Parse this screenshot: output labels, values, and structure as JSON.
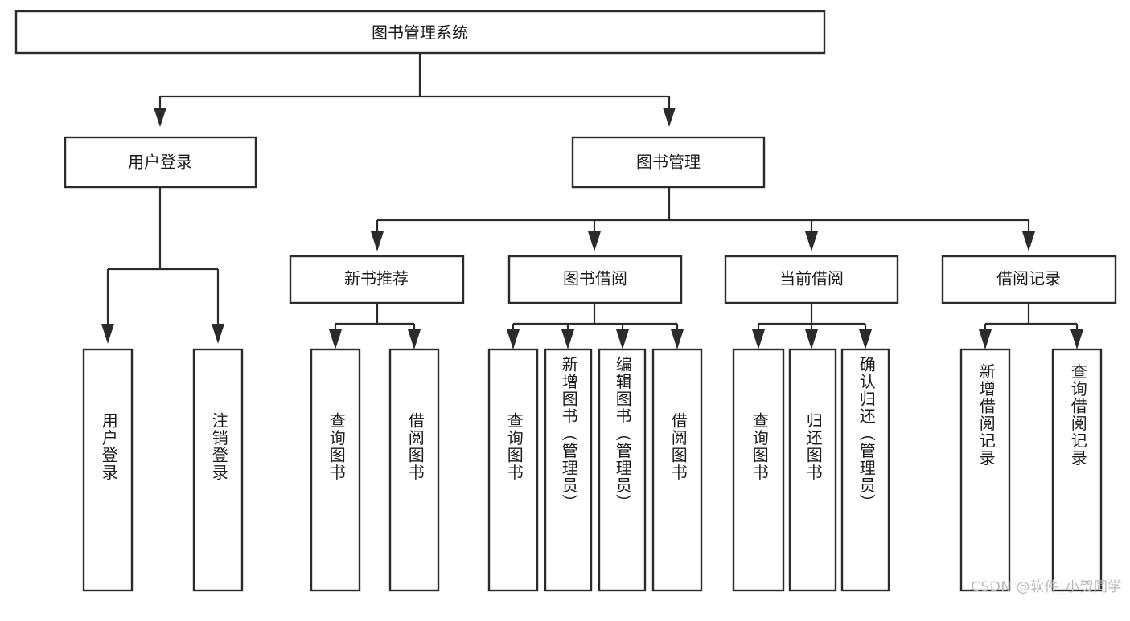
{
  "diagram": {
    "type": "tree",
    "title": "图书管理系统",
    "watermark": "CSDN @软件_小贺同学",
    "colors": {
      "background": "#ffffff",
      "box_fill": "#ffffff",
      "stroke": "#2b2b2b",
      "text": "#1a1a1a",
      "watermark": "#b8b8b8"
    },
    "root": {
      "label": "图书管理系统"
    },
    "level2": [
      {
        "label": "用户登录"
      },
      {
        "label": "图书管理"
      }
    ],
    "level3": [
      {
        "label": "新书推荐"
      },
      {
        "label": "图书借阅"
      },
      {
        "label": "当前借阅"
      },
      {
        "label": "借阅记录"
      }
    ],
    "leaves": {
      "user_login": [
        {
          "label": "用户登录"
        },
        {
          "label": "注销登录"
        }
      ],
      "new_book": [
        {
          "label": "查询图书"
        },
        {
          "label": "借阅图书"
        }
      ],
      "book_borrow": [
        {
          "label": "查询图书"
        },
        {
          "label": "新增图书（管理员）"
        },
        {
          "label": "编辑图书（管理员）"
        },
        {
          "label": "借阅图书"
        }
      ],
      "current_borrow": [
        {
          "label": "查询图书"
        },
        {
          "label": "归还图书"
        },
        {
          "label": "确认归还（管理员）"
        }
      ],
      "borrow_record": [
        {
          "label": "新增借阅记录"
        },
        {
          "label": "查询借阅记录"
        }
      ]
    }
  }
}
